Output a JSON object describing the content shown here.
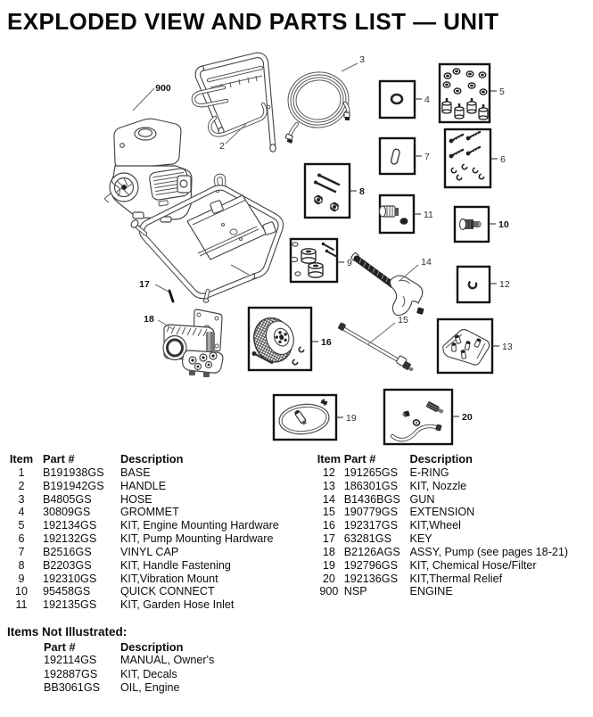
{
  "title": "EXPLODED VIEW AND PARTS LIST — UNIT",
  "diagram": {
    "callouts": {
      "c1": "1",
      "c2": "2",
      "c3": "3",
      "c4": "4",
      "c5": "5",
      "c6": "6",
      "c7": "7",
      "c8": "8",
      "c9": "9",
      "c10": "10",
      "c11": "11",
      "c12": "12",
      "c13": "13",
      "c14": "14",
      "c15": "15",
      "c16": "16",
      "c17": "17",
      "c18": "18",
      "c19": "19",
      "c20": "20",
      "c900": "900"
    }
  },
  "parts_table": {
    "headers": {
      "item": "Item",
      "part": "Part #",
      "desc": "Description"
    },
    "left": [
      {
        "item": "1",
        "part": "B191938GS",
        "desc": "BASE"
      },
      {
        "item": "2",
        "part": "B191942GS",
        "desc": "HANDLE"
      },
      {
        "item": "3",
        "part": "B4805GS",
        "desc": "HOSE"
      },
      {
        "item": "4",
        "part": "30809GS",
        "desc": "GROMMET"
      },
      {
        "item": "5",
        "part": "192134GS",
        "desc": "KIT, Engine Mounting Hardware"
      },
      {
        "item": "6",
        "part": "192132GS",
        "desc": "KIT, Pump Mounting Hardware"
      },
      {
        "item": "7",
        "part": "B2516GS",
        "desc": "VINYL CAP"
      },
      {
        "item": "8",
        "part": "B2203GS",
        "desc": "KIT, Handle Fastening"
      },
      {
        "item": "9",
        "part": "192310GS",
        "desc": "KIT,Vibration Mount"
      },
      {
        "item": "10",
        "part": "95458GS",
        "desc": "QUICK CONNECT"
      },
      {
        "item": "11",
        "part": "192135GS",
        "desc": "KIT, Garden Hose Inlet"
      }
    ],
    "right": [
      {
        "item": "12",
        "part": "191265GS",
        "desc": "E-RING"
      },
      {
        "item": "13",
        "part": "186301GS",
        "desc": "KIT, Nozzle"
      },
      {
        "item": "14",
        "part": "B1436BGS",
        "desc": "GUN"
      },
      {
        "item": "15",
        "part": "190779GS",
        "desc": "EXTENSION"
      },
      {
        "item": "16",
        "part": "192317GS",
        "desc": "KIT,Wheel"
      },
      {
        "item": "17",
        "part": "63281GS",
        "desc": "KEY"
      },
      {
        "item": "18",
        "part": "B2126AGS",
        "desc": "ASSY, Pump (see pages 18-21)"
      },
      {
        "item": "19",
        "part": "192796GS",
        "desc": "KIT, Chemical Hose/Filter"
      },
      {
        "item": "20",
        "part": "192136GS",
        "desc": "KIT,Thermal Relief"
      },
      {
        "item": "900",
        "part": "NSP",
        "desc": "ENGINE"
      }
    ]
  },
  "not_illustrated": {
    "heading": "Items Not Illustrated:",
    "headers": {
      "part": "Part #",
      "desc": "Description"
    },
    "rows": [
      {
        "part": "192114GS",
        "desc": "MANUAL, Owner's"
      },
      {
        "part": "192887GS",
        "desc": "KIT, Decals"
      },
      {
        "part": "BB3061GS",
        "desc": "OIL, Engine"
      }
    ]
  }
}
